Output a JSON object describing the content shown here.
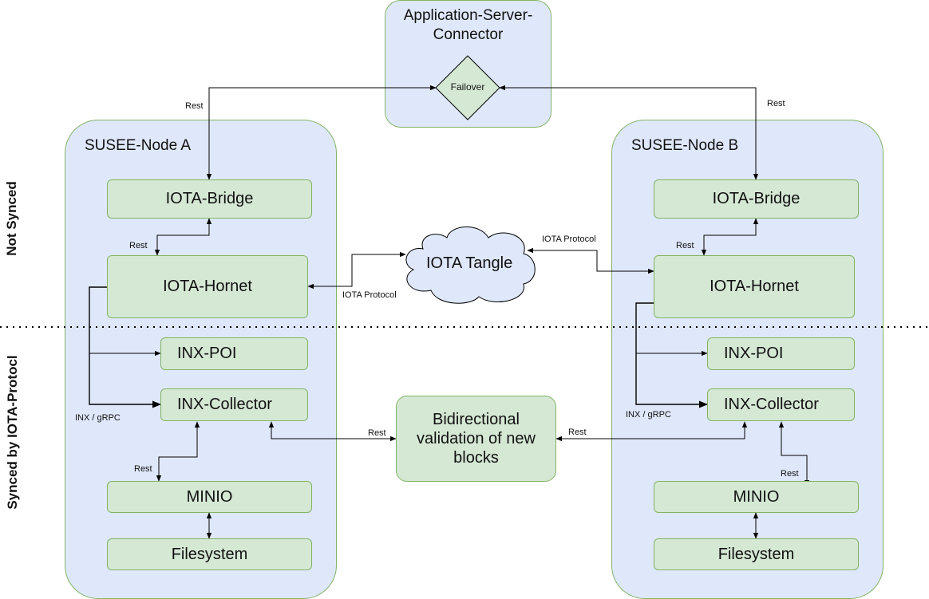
{
  "application_server": {
    "title_line1": "Application-Server-",
    "title_line2": "Connector",
    "failover": "Failover"
  },
  "node_a": {
    "title": "SUSEE-Node A",
    "iota_bridge": "IOTA-Bridge",
    "iota_hornet": "IOTA-Hornet",
    "inx_poi": "INX-POI",
    "inx_collector": "INX-Collector",
    "minio": "MINIO",
    "filesystem": "Filesystem"
  },
  "node_b": {
    "title": "SUSEE-Node B",
    "iota_bridge": "IOTA-Bridge",
    "iota_hornet": "IOTA-Hornet",
    "inx_poi": "INX-POI",
    "inx_collector": "INX-Collector",
    "minio": "MINIO",
    "filesystem": "Filesystem"
  },
  "center": {
    "tangle": "IOTA Tangle",
    "validation_line1": "Bidirectional",
    "validation_line2": "validation of new",
    "validation_line3": "blocks"
  },
  "edge_labels": {
    "rest_asc_a": "Rest",
    "rest_asc_b": "Rest",
    "rest_bridge_hornet_a": "Rest",
    "rest_bridge_hornet_b": "Rest",
    "iota_protocol_a": "IOTA Protocol",
    "iota_protocol_b": "IOTA Protocol",
    "inx_grpc_a": "INX / gRPC",
    "inx_grpc_b": "INX / gRPC",
    "rest_collector_minio_a": "Rest",
    "rest_collector_minio_b": "Rest",
    "rest_validation_a": "Rest",
    "rest_validation_b": "Rest"
  },
  "side_labels": {
    "top": "Not Synced",
    "bottom": "Synced by IOTA-Protocl"
  },
  "colors": {
    "container_fill": "#dfe8fa",
    "box_fill": "#d5e8d4",
    "border": "#82b366"
  }
}
